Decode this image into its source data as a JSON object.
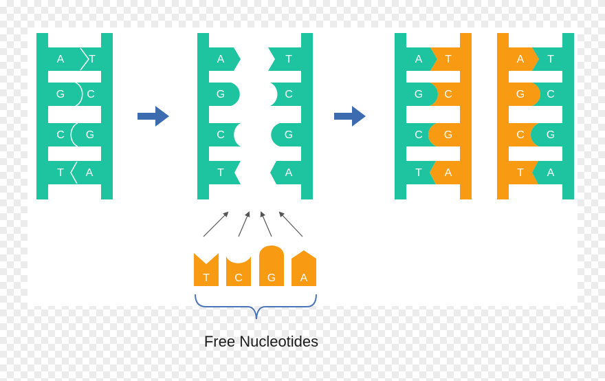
{
  "colors": {
    "original_strand": "#1ec3a0",
    "new_strand": "#f89a12",
    "process_arrow": "#3d6bb0",
    "pointer_arrow": "#555555",
    "brace": "#4a76b7",
    "background_panel": "#ffffff"
  },
  "icons": [
    "right-arrow-icon",
    "pointer-arrow-icon",
    "curly-brace-icon"
  ],
  "stage1": {
    "pairs": [
      {
        "left": "A",
        "right": "T"
      },
      {
        "left": "G",
        "right": "C"
      },
      {
        "left": "C",
        "right": "G"
      },
      {
        "left": "T",
        "right": "A"
      }
    ]
  },
  "stage2": {
    "left": [
      "A",
      "G",
      "C",
      "T"
    ],
    "right": [
      "T",
      "C",
      "G",
      "A"
    ]
  },
  "stage3_left": {
    "pairs": [
      {
        "left": "A",
        "right": "T"
      },
      {
        "left": "G",
        "right": "C"
      },
      {
        "left": "C",
        "right": "G"
      },
      {
        "left": "T",
        "right": "A"
      }
    ]
  },
  "stage3_right": {
    "pairs": [
      {
        "left": "A",
        "right": "T"
      },
      {
        "left": "G",
        "right": "C"
      },
      {
        "left": "C",
        "right": "G"
      },
      {
        "left": "T",
        "right": "A"
      }
    ]
  },
  "free_nucleotides": [
    "T",
    "C",
    "G",
    "A"
  ],
  "caption": "Free Nucleotides"
}
